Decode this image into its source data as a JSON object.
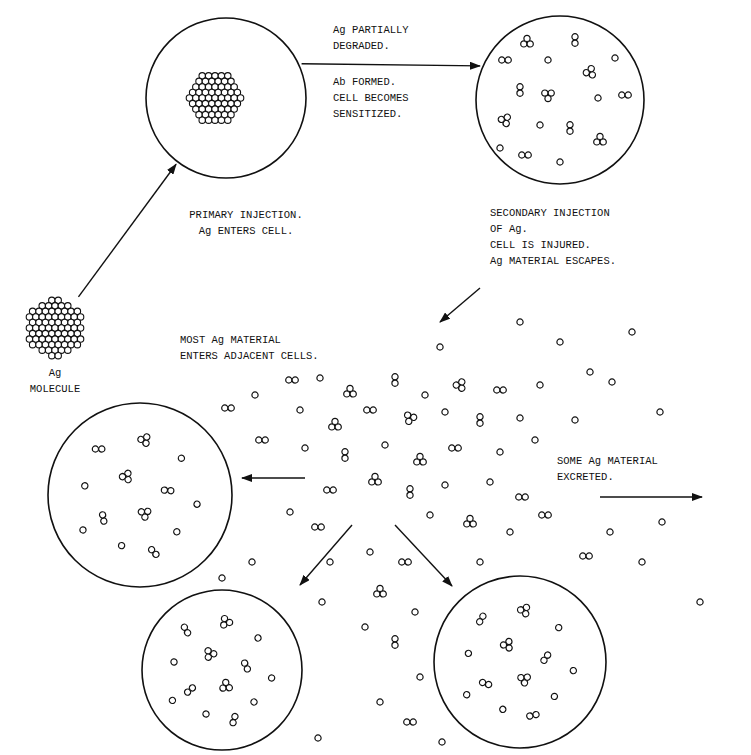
{
  "diagram": {
    "nodes": [
      {
        "text": [
          "Ag MOLECULE"
        ]
      },
      {
        "text": [
          "PRIMARY INJECTION. Ag ENTERS CELL."
        ]
      },
      {
        "text": [
          "SECONDARY INJECTION OF Ag.",
          "CELL IS INJURED.",
          "Ag MATERIAL ESCAPES."
        ]
      }
    ],
    "edges": [
      {
        "from": 0,
        "to": 1,
        "arrow": "to"
      },
      {
        "from": 1,
        "to": 2,
        "arrow": "to",
        "label": "Ag PARTIALLY DEGRADED."
      }
    ],
    "labels": [
      "Ab FORMED. CELL BECOMES SENSITIZED.",
      "MOST Ag MATERIAL ENTERS ADJACENT CELLS.",
      "SOME Ag MATERIAL EXCRETED."
    ]
  }
}
